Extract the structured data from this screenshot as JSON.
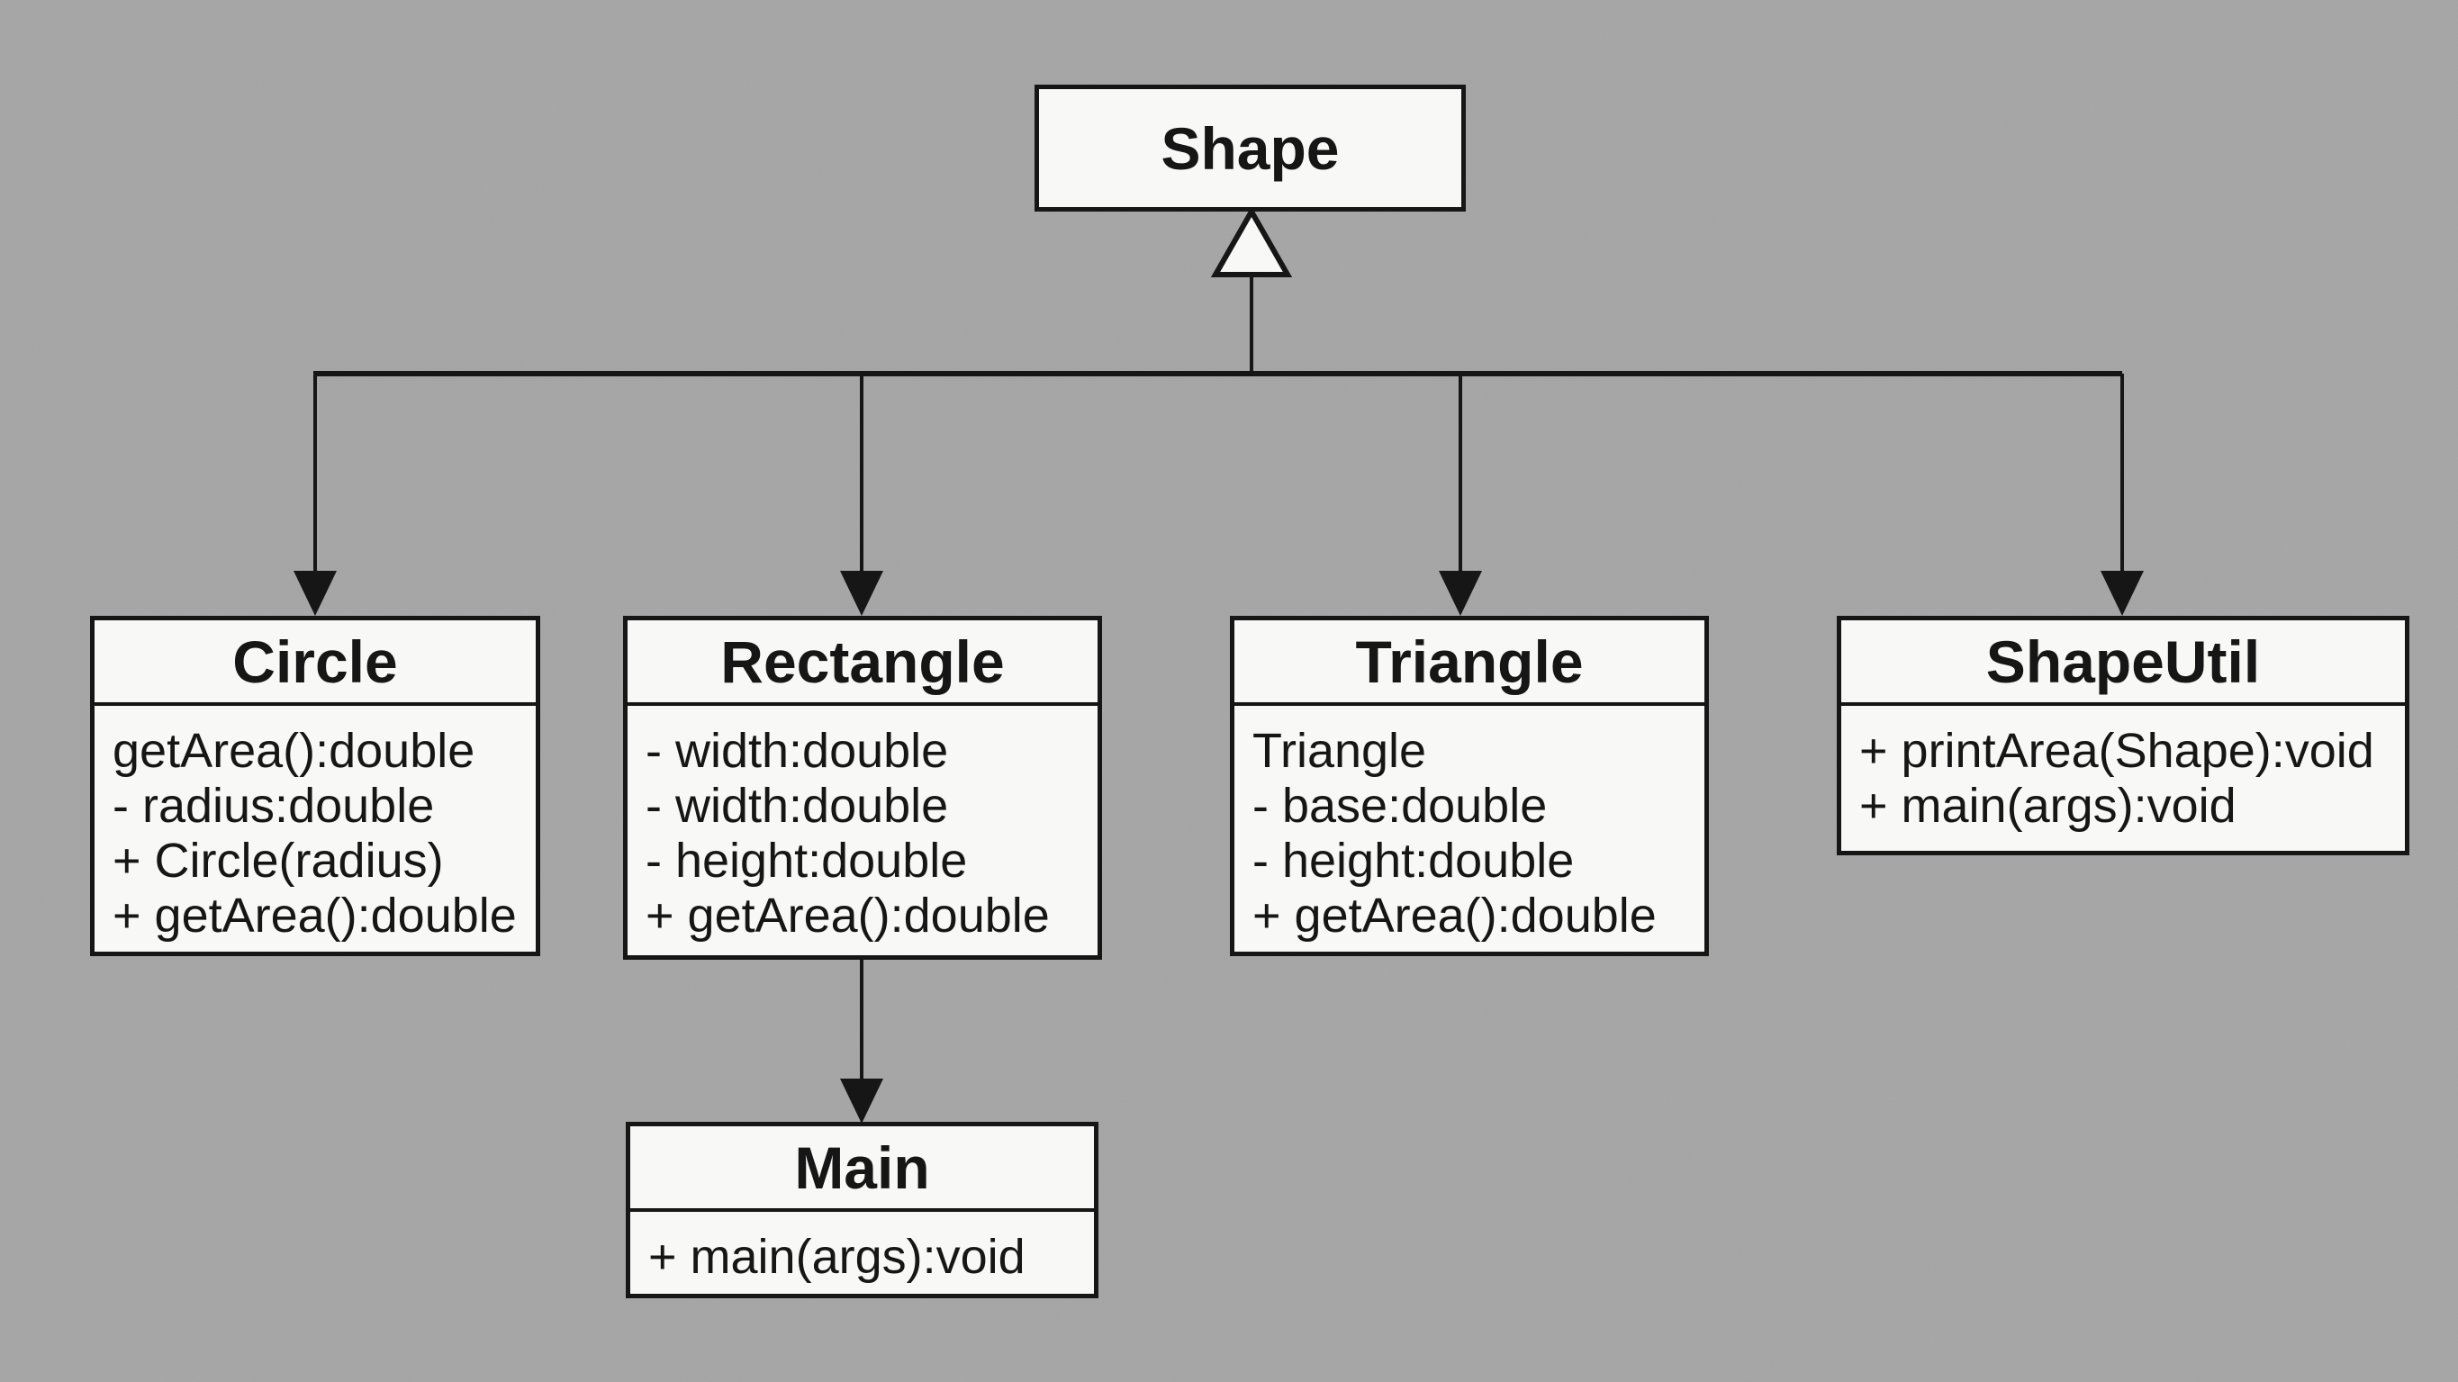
{
  "diagram": {
    "type": "uml-class-diagram",
    "colors": {
      "background": "#a5a5a5",
      "box_fill": "#f8f8f6",
      "line": "#161616"
    },
    "classes": [
      {
        "name": "Shape",
        "members": []
      },
      {
        "name": "Circle",
        "members": [
          "getArea():double",
          "- radius:double",
          "+ Circle(radius)",
          "+ getArea():double"
        ]
      },
      {
        "name": "Rectangle",
        "members": [
          "- width:double",
          "- width:double",
          "- height:double",
          "+ getArea():double"
        ]
      },
      {
        "name": "Triangle",
        "members": [
          "Triangle",
          "- base:double",
          "- height:double",
          "+ getArea():double"
        ]
      },
      {
        "name": "ShapeUtil",
        "members": [
          "+ printArea(Shape):void",
          "+ main(args):void"
        ]
      },
      {
        "name": "Main",
        "members": [
          "+ main(args):void"
        ]
      }
    ],
    "relationships": [
      {
        "parent": "Shape",
        "child": "Circle",
        "marker_at_parent": "hollow-triangle",
        "marker_at_child": "filled-arrow"
      },
      {
        "parent": "Shape",
        "child": "Rectangle",
        "marker_at_parent": "hollow-triangle",
        "marker_at_child": "filled-arrow"
      },
      {
        "parent": "Shape",
        "child": "Triangle",
        "marker_at_parent": "hollow-triangle",
        "marker_at_child": "filled-arrow"
      },
      {
        "parent": "Shape",
        "child": "ShapeUtil",
        "marker_at_parent": "hollow-triangle",
        "marker_at_child": "filled-arrow"
      },
      {
        "parent": "Rectangle",
        "child": "Main",
        "marker_at_parent": "none",
        "marker_at_child": "filled-arrow"
      }
    ]
  }
}
